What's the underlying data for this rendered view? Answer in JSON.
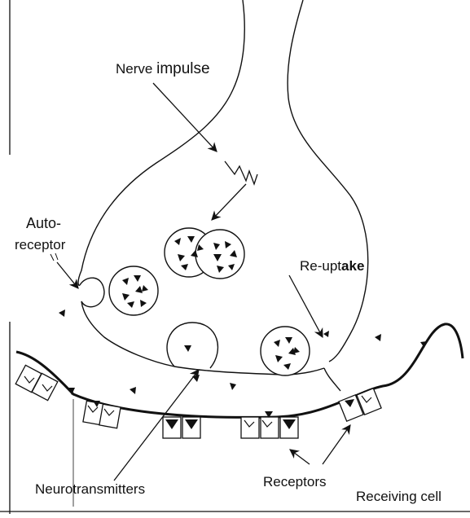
{
  "labels": {
    "nerve_impulse_a": "Nerve",
    "nerve_impulse_b": "impulse",
    "autoreceptor_a": "Auto-",
    "autoreceptor_b": "receptor",
    "reuptake_a": "Re-upt",
    "reuptake_b": "ake",
    "neurotransmitters": "Neurotransmitters",
    "receptors": "Receptors",
    "receiving_cell": "Receiving cell"
  },
  "colors": {
    "ink": "#111111",
    "background": "#ffffff"
  }
}
